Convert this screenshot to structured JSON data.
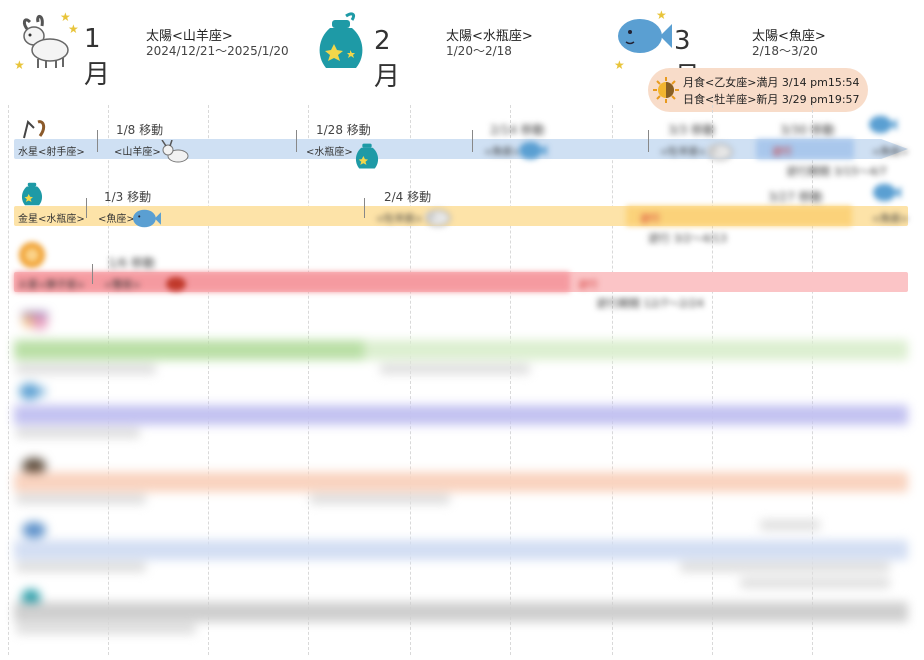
{
  "months": [
    {
      "label": "1月",
      "sun_title": "太陽<山羊座>",
      "sun_range": "2024/12/21～2025/1/20"
    },
    {
      "label": "2月",
      "sun_title": "太陽<水瓶座>",
      "sun_range": "1/20～2/18"
    },
    {
      "label": "3月",
      "sun_title": "太陽<魚座>",
      "sun_range": "2/18～3/20"
    }
  ],
  "eclipses": {
    "lunar": "月食<乙女座>満月 3/14 pm15:54",
    "solar": "日食<牡羊座>新月 3/29 pm19:57"
  },
  "mercury": {
    "start": "水星<射手座>",
    "moves": [
      {
        "date": "1/8 移動",
        "sign": "<山羊座>"
      },
      {
        "date": "1/28 移動",
        "sign": "<水瓶座>"
      },
      {
        "date": "2/14 移動",
        "sign": "<魚座>"
      },
      {
        "date": "3/3 移動",
        "sign": "<牡羊座>"
      },
      {
        "date": "3/30 移動",
        "sign": "<魚座>"
      }
    ],
    "retro": "逆行",
    "retro_period": "逆行期間 3/15～4/7"
  },
  "venus": {
    "start": "金星<水瓶座>",
    "moves": [
      {
        "date": "1/3 移動",
        "sign": "<魚座>"
      },
      {
        "date": "2/4 移動",
        "sign": "<牡羊座>"
      },
      {
        "date": "3/27 移動",
        "sign": "<魚座>"
      }
    ],
    "retro": "逆行",
    "retro_period": "逆行 3/2～4/13"
  },
  "mars": {
    "start": "火星<獅子座>",
    "moves": [
      {
        "date": "1/6 移動",
        "sign": "<蟹座>"
      }
    ],
    "retro": "逆行",
    "retro_period": "逆行期間 12/7～2/24"
  },
  "colors": {
    "mercury": "#cfe0f3",
    "venus": "#fde3a8",
    "mars": "#f59aa0",
    "jupiter": "#c6e3b5",
    "saturn": "#c3c2f1",
    "uranus": "#f9d3bf",
    "neptune": "#d3def3",
    "pluto": "#cfcfcf",
    "eclipse_bg": "#f8dcc9",
    "accent_star": "#e8c43a",
    "aquarius": "#1e9aa6",
    "pisces": "#5a9fd2"
  },
  "icons": [
    "capricorn-goat-icon",
    "aquarius-jar-icon",
    "pisces-fish-icon",
    "sun-icon",
    "star-icon"
  ]
}
